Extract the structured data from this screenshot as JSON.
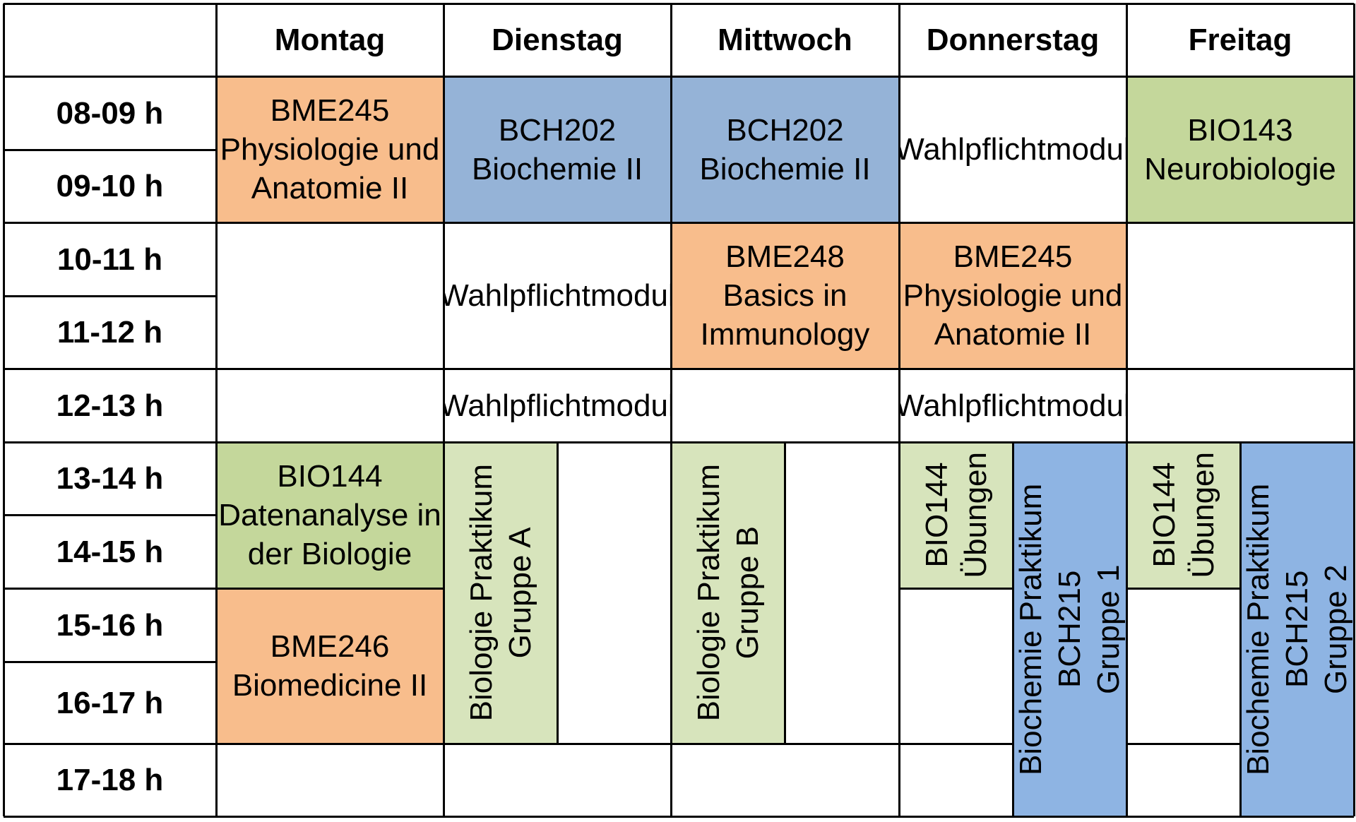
{
  "colors": {
    "orange": "#f8bd8c",
    "blue": "#95b3d7",
    "green": "#c4d79b",
    "lightgreen": "#d7e4bc",
    "darkblue": "#8eb4e3"
  },
  "days": [
    "Montag",
    "Dienstag",
    "Mittwoch",
    "Donnerstag",
    "Freitag"
  ],
  "times": [
    "08-09 h",
    "09-10 h",
    "10-11 h",
    "11-12 h",
    "12-13 h",
    "13-14 h",
    "14-15 h",
    "15-16 h",
    "16-17 h",
    "17-18 h"
  ],
  "blocks": [
    {
      "text": "BME245\nPhysiologie und\nAnatomie II",
      "color": "orange"
    },
    {
      "text": "BCH202\nBiochemie II",
      "color": "blue"
    },
    {
      "text": "BCH202\nBiochemie II",
      "color": "blue"
    },
    {
      "text": "Wahlpflichtmodul",
      "color": "white"
    },
    {
      "text": "BIO143\nNeurobiologie",
      "color": "green"
    },
    {
      "text": "Wahlpflichtmodul",
      "color": "white"
    },
    {
      "text": "BME248\nBasics in\nImmunology",
      "color": "orange"
    },
    {
      "text": "BME245\nPhysiologie und\nAnatomie II",
      "color": "orange"
    },
    {
      "text": "Wahlpflichtmodul",
      "color": "white"
    },
    {
      "text": "Wahlpflichtmodul",
      "color": "white"
    },
    {
      "text": "BIO144\nDatenanalyse in\nder Biologie",
      "color": "green"
    },
    {
      "text": "BME246\nBiomedicine II",
      "color": "orange"
    },
    {
      "text": "Biologie Praktikum\nGruppe A",
      "color": "lightgreen",
      "vertical": true
    },
    {
      "text": "Biologie Praktikum\nGruppe B",
      "color": "lightgreen",
      "vertical": true
    },
    {
      "text": "BIO144\nÜbungen",
      "color": "lightgreen",
      "vertical": true
    },
    {
      "text": "Biochemie Praktikum BCH215\nGruppe 1",
      "color": "darkblue",
      "vertical": true
    },
    {
      "text": "BIO144\nÜbungen",
      "color": "lightgreen",
      "vertical": true
    },
    {
      "text": "Biochemie Praktikum BCH215\nGruppe 2",
      "color": "darkblue",
      "vertical": true
    }
  ]
}
